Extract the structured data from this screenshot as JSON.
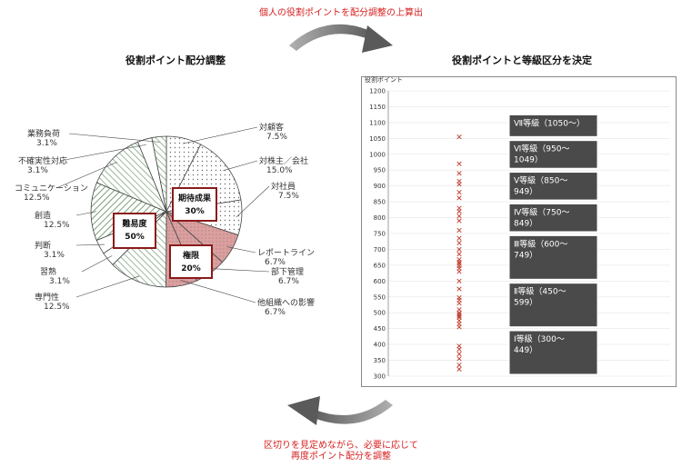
{
  "captions": {
    "top": "個人の役割ポイントを配分調整の上算出",
    "bottom_line1": "区切りを見定めながら、必要に応じて",
    "bottom_line2": "再度ポイント配分を調整"
  },
  "titles": {
    "pie": "役割ポイント配分調整",
    "scatter": "役割ポイントと等級区分を決定"
  },
  "colors": {
    "caption_red": "#d62020",
    "box_border": "#8b1a1a",
    "marker_red": "#c0392b",
    "grade_fill": "#4a4a4a",
    "authority_fill": "#d9a0a0",
    "hatch_green": "#7aa07a",
    "arrow_gray": "#707070"
  },
  "chart_data": [
    {
      "type": "pie",
      "slices": [
        {
          "label": "対顧客",
          "value": 7.5,
          "display": "7.5%",
          "group": "期待成果",
          "pattern": "dots"
        },
        {
          "label": "対株主／会社",
          "value": 15.0,
          "display": "15.0%",
          "group": "期待成果",
          "pattern": "dots"
        },
        {
          "label": "対社員",
          "value": 7.5,
          "display": "7.5%",
          "group": "期待成果",
          "pattern": "dots"
        },
        {
          "label": "レポートライン",
          "value": 6.7,
          "display": "6.7%",
          "group": "権限",
          "pattern": "solid"
        },
        {
          "label": "部下管理",
          "value": 6.7,
          "display": "6.7%",
          "group": "権限",
          "pattern": "solid"
        },
        {
          "label": "他組織への影響",
          "value": 6.7,
          "display": "6.7%",
          "group": "権限",
          "pattern": "solid"
        },
        {
          "label": "専門性",
          "value": 12.5,
          "display": "12.5%",
          "group": "難易度",
          "pattern": "hatch"
        },
        {
          "label": "習熟",
          "value": 3.1,
          "display": "3.1%",
          "group": "難易度",
          "pattern": "blank"
        },
        {
          "label": "判断",
          "value": 3.1,
          "display": "3.1%",
          "group": "難易度",
          "pattern": "blank"
        },
        {
          "label": "創造",
          "value": 12.5,
          "display": "12.5%",
          "group": "難易度",
          "pattern": "hatch"
        },
        {
          "label": "コミュニケーション",
          "value": 12.5,
          "display": "12.5%",
          "group": "難易度",
          "pattern": "hatch"
        },
        {
          "label": "不確実性対応",
          "value": 3.1,
          "display": "3.1%",
          "group": "難易度",
          "pattern": "blank"
        },
        {
          "label": "業務負荷",
          "value": 3.1,
          "display": "3.1%",
          "group": "難易度",
          "pattern": "hatch"
        }
      ],
      "groups": [
        {
          "name": "期待成果",
          "value": "30%"
        },
        {
          "name": "権限",
          "value": "20%"
        },
        {
          "name": "難易度",
          "value": "50%"
        }
      ]
    },
    {
      "type": "scatter",
      "ylabel": "役割ポイント",
      "ylim": [
        300,
        1200
      ],
      "ytick_step": 50,
      "grid": true,
      "marker": "x",
      "points": [
        1055,
        970,
        940,
        915,
        905,
        880,
        862,
        830,
        820,
        805,
        790,
        760,
        735,
        720,
        700,
        685,
        668,
        660,
        655,
        648,
        640,
        630,
        600,
        575,
        548,
        540,
        530,
        510,
        500,
        495,
        490,
        485,
        475,
        465,
        455,
        395,
        385,
        370,
        355,
        335,
        322
      ],
      "grades": [
        {
          "name": "Ⅶ等級",
          "line1": "Ⅶ等級（1050〜）",
          "line2": "",
          "min": 1050,
          "max": 1130
        },
        {
          "name": "Ⅵ等級",
          "line1": "Ⅵ等級（950〜",
          "line2": "1049）",
          "min": 950,
          "max": 1049
        },
        {
          "name": "Ⅴ等級",
          "line1": "Ⅴ等級（850〜",
          "line2": "949）",
          "min": 850,
          "max": 949
        },
        {
          "name": "Ⅳ等級",
          "line1": "Ⅳ等級（750〜",
          "line2": "849）",
          "min": 750,
          "max": 849
        },
        {
          "name": "Ⅲ等級",
          "line1": "Ⅲ等級（600〜",
          "line2": "749）",
          "min": 600,
          "max": 749
        },
        {
          "name": "Ⅱ等級",
          "line1": "Ⅱ等級（450〜",
          "line2": "599）",
          "min": 450,
          "max": 599
        },
        {
          "name": "Ⅰ等級",
          "line1": "Ⅰ等級（300〜",
          "line2": "449）",
          "min": 300,
          "max": 449
        }
      ]
    }
  ]
}
